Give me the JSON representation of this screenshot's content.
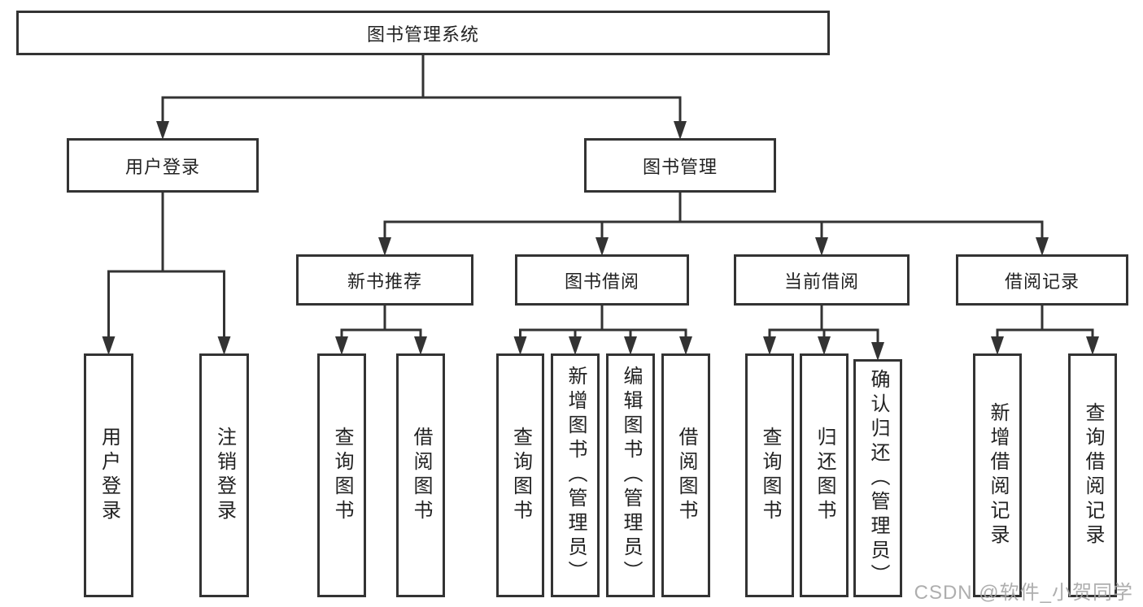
{
  "diagram_title": "图书管理系统",
  "nodes": [
    {
      "id": "root",
      "label": "图书管理系统",
      "orientation": "horizontal",
      "parent": null
    },
    {
      "id": "user-login",
      "label": "用户登录",
      "orientation": "horizontal",
      "parent": "root"
    },
    {
      "id": "book-management",
      "label": "图书管理",
      "orientation": "horizontal",
      "parent": "root"
    },
    {
      "id": "new-book-recommend",
      "label": "新书推荐",
      "orientation": "horizontal",
      "parent": "book-management"
    },
    {
      "id": "book-borrowing",
      "label": "图书借阅",
      "orientation": "horizontal",
      "parent": "book-management"
    },
    {
      "id": "current-borrowing",
      "label": "当前借阅",
      "orientation": "horizontal",
      "parent": "book-management"
    },
    {
      "id": "borrowing-records",
      "label": "借阅记录",
      "orientation": "horizontal",
      "parent": "book-management"
    },
    {
      "id": "leaf-user-login",
      "label": "用户登录",
      "orientation": "vertical",
      "parent": "user-login"
    },
    {
      "id": "leaf-logout",
      "label": "注销登录",
      "orientation": "vertical",
      "parent": "user-login"
    },
    {
      "id": "leaf-nb-query",
      "label": "查询图书",
      "orientation": "vertical",
      "parent": "new-book-recommend"
    },
    {
      "id": "leaf-nb-borrow",
      "label": "借阅图书",
      "orientation": "vertical",
      "parent": "new-book-recommend"
    },
    {
      "id": "leaf-bb-query",
      "label": "查询图书",
      "orientation": "vertical",
      "parent": "book-borrowing"
    },
    {
      "id": "leaf-bb-add",
      "label": "新增图书（管理员）",
      "orientation": "vertical",
      "parent": "book-borrowing"
    },
    {
      "id": "leaf-bb-edit",
      "label": "编辑图书（管理员）",
      "orientation": "vertical",
      "parent": "book-borrowing"
    },
    {
      "id": "leaf-bb-borrow",
      "label": "借阅图书",
      "orientation": "vertical",
      "parent": "book-borrowing"
    },
    {
      "id": "leaf-cb-query",
      "label": "查询图书",
      "orientation": "vertical",
      "parent": "current-borrowing"
    },
    {
      "id": "leaf-cb-return",
      "label": "归还图书",
      "orientation": "vertical",
      "parent": "current-borrowing"
    },
    {
      "id": "leaf-cb-confirm",
      "label": "确认归还（管理员）",
      "orientation": "vertical",
      "parent": "current-borrowing"
    },
    {
      "id": "leaf-br-add",
      "label": "新增借阅记录",
      "orientation": "vertical",
      "parent": "borrowing-records"
    },
    {
      "id": "leaf-br-query",
      "label": "查询借阅记录",
      "orientation": "vertical",
      "parent": "borrowing-records"
    }
  ],
  "watermark": "CSDN @软件_小贺同学",
  "colors": {
    "line": "#333333",
    "box_border": "#333333",
    "box_fill": "#ffffff",
    "text": "#222222",
    "background": "#ffffff",
    "watermark": "#a6a6a6"
  }
}
